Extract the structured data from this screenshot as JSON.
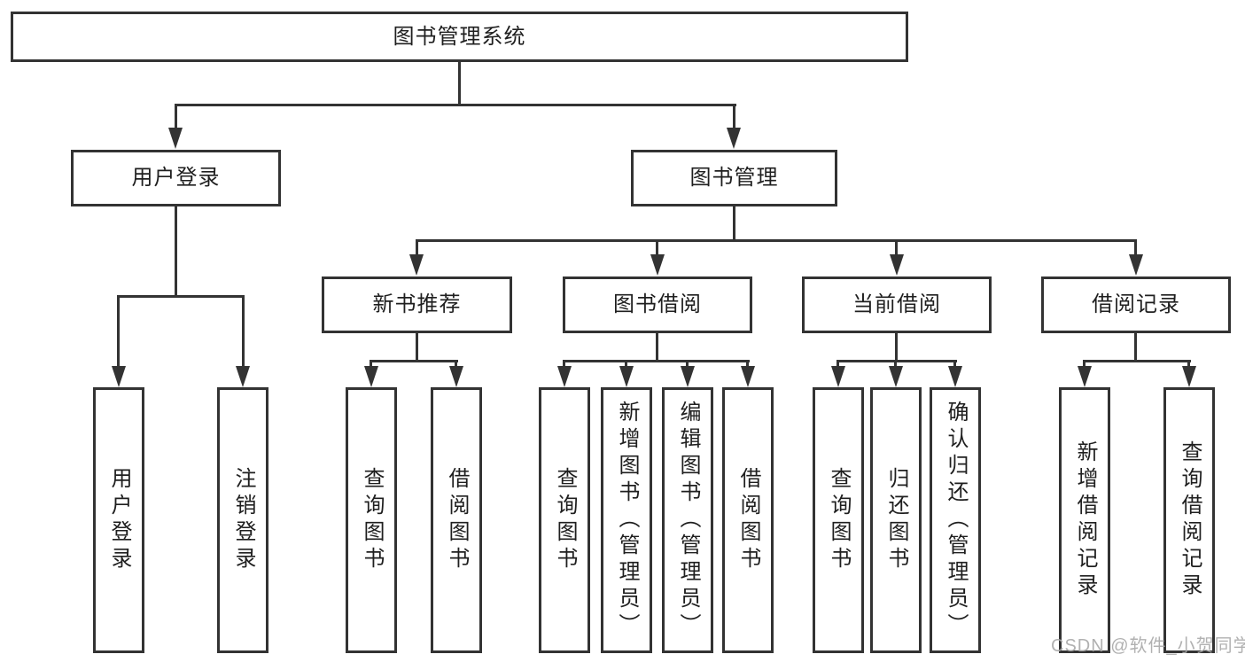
{
  "tree": {
    "root": {
      "label": "图书管理系统"
    },
    "level2": [
      {
        "label": "用户登录"
      },
      {
        "label": "图书管理"
      }
    ],
    "level3": [
      {
        "label": "新书推荐",
        "parent": "图书管理"
      },
      {
        "label": "图书借阅",
        "parent": "图书管理"
      },
      {
        "label": "当前借阅",
        "parent": "图书管理"
      },
      {
        "label": "借阅记录",
        "parent": "图书管理"
      }
    ],
    "leaves": [
      {
        "label": "用户登录",
        "parent": "用户登录"
      },
      {
        "label": "注销登录",
        "parent": "用户登录"
      },
      {
        "label": "查询图书",
        "parent": "新书推荐"
      },
      {
        "label": "借阅图书",
        "parent": "新书推荐"
      },
      {
        "label": "查询图书",
        "parent": "图书借阅"
      },
      {
        "label": "新增图书（管理员）",
        "parent": "图书借阅"
      },
      {
        "label": "编辑图书（管理员）",
        "parent": "图书借阅"
      },
      {
        "label": "借阅图书",
        "parent": "图书借阅"
      },
      {
        "label": "查询图书",
        "parent": "当前借阅"
      },
      {
        "label": "归还图书",
        "parent": "当前借阅"
      },
      {
        "label": "确认归还（管理员）",
        "parent": "当前借阅"
      },
      {
        "label": "新增借阅记录",
        "parent": "借阅记录"
      },
      {
        "label": "查询借阅记录",
        "parent": "借阅记录"
      }
    ]
  },
  "watermark": {
    "text": "CSDN @软件_小贺同学"
  },
  "colors": {
    "line": "#333333",
    "text": "#1f1f1f",
    "watermark": "#a8a8a8",
    "background": "#ffffff"
  }
}
